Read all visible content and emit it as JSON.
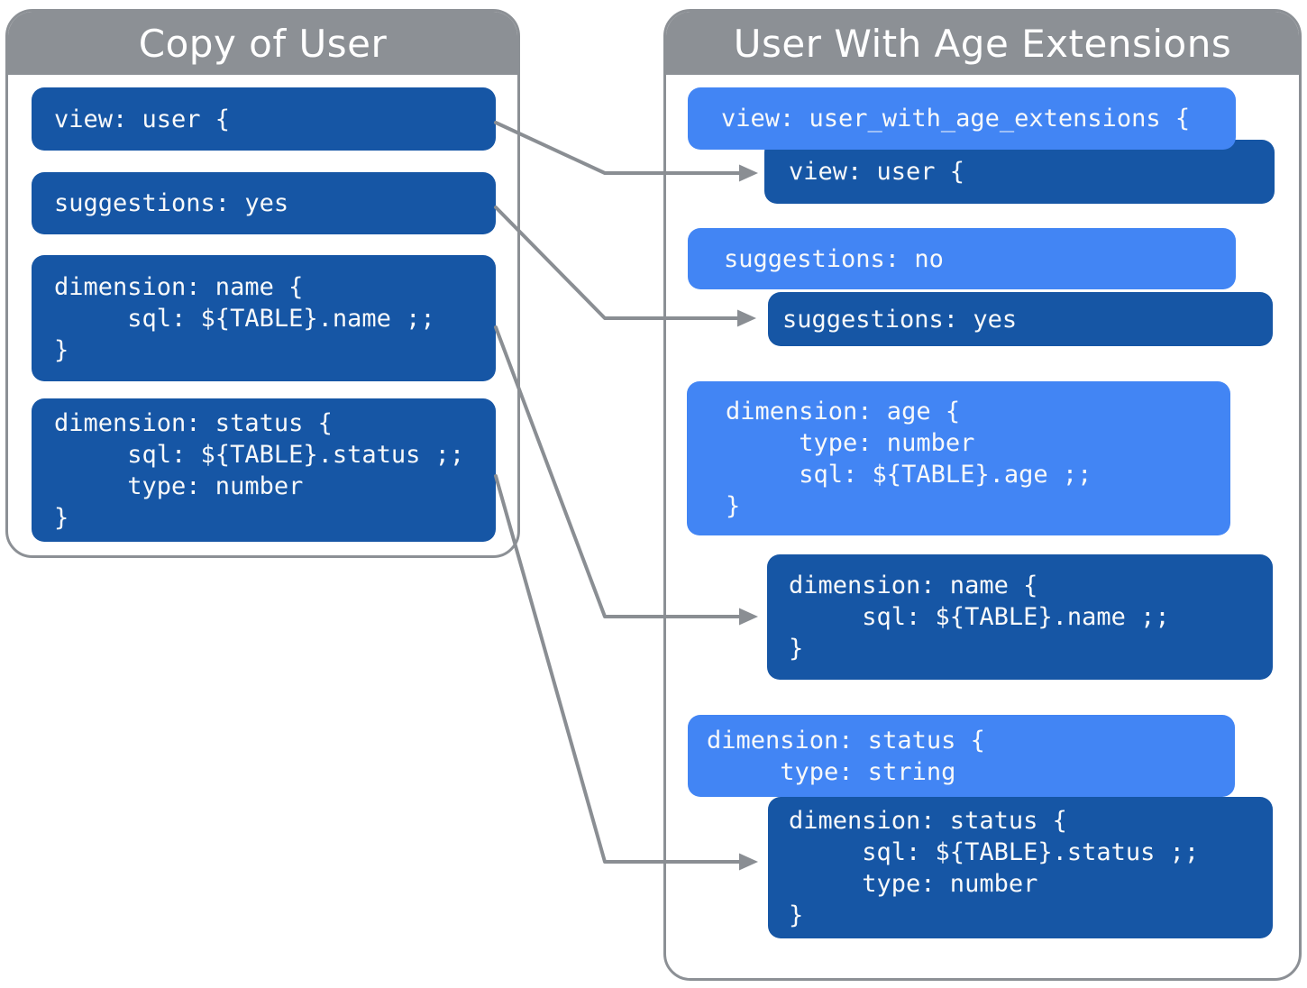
{
  "colors": {
    "panel-gray": "#8C9095",
    "arrow-gray": "#8A8E93",
    "dark-blue": "#1656A5",
    "light-blue": "#4285F4",
    "code-text": "#F8F9FA",
    "title-text": "#FFFFFF",
    "background": "#FFFFFF"
  },
  "left_panel": {
    "title": "Copy of User",
    "blocks": [
      {
        "id": "view-user",
        "code": "view: user {"
      },
      {
        "id": "suggestions-yes",
        "code": "suggestions: yes"
      },
      {
        "id": "dimension-name",
        "code": "dimension: name {\n     sql: ${TABLE}.name ;;\n}"
      },
      {
        "id": "dimension-status",
        "code": "dimension: status {\n     sql: ${TABLE}.status ;;\n     type: number\n}"
      }
    ]
  },
  "right_panel": {
    "title": "User With Age Extensions",
    "blocks": [
      {
        "id": "view-extended",
        "variant": "light",
        "code": "view: user_with_age_extensions {"
      },
      {
        "id": "view-user-inherited",
        "variant": "dark",
        "code": "view: user {"
      },
      {
        "id": "suggestions-no",
        "variant": "light",
        "code": "suggestions: no"
      },
      {
        "id": "suggestions-yes-inherited",
        "variant": "dark",
        "code": "suggestions: yes"
      },
      {
        "id": "dimension-age",
        "variant": "light",
        "code": "dimension: age {\n     type: number\n     sql: ${TABLE}.age ;;\n}"
      },
      {
        "id": "dimension-name-inherited",
        "variant": "dark",
        "code": "dimension: name {\n     sql: ${TABLE}.name ;;\n}"
      },
      {
        "id": "dimension-status-override",
        "variant": "light",
        "code": "dimension: status {\n     type: string"
      },
      {
        "id": "dimension-status-inherited",
        "variant": "dark",
        "code": "dimension: status {\n     sql: ${TABLE}.status ;;\n     type: number\n}"
      }
    ]
  },
  "arrows": [
    {
      "from": "left view: user",
      "to": "right inherited view: user"
    },
    {
      "from": "left suggestions: yes",
      "to": "right inherited suggestions: yes"
    },
    {
      "from": "left dimension: name",
      "to": "right inherited dimension: name"
    },
    {
      "from": "left dimension: status",
      "to": "right inherited dimension: status"
    }
  ]
}
